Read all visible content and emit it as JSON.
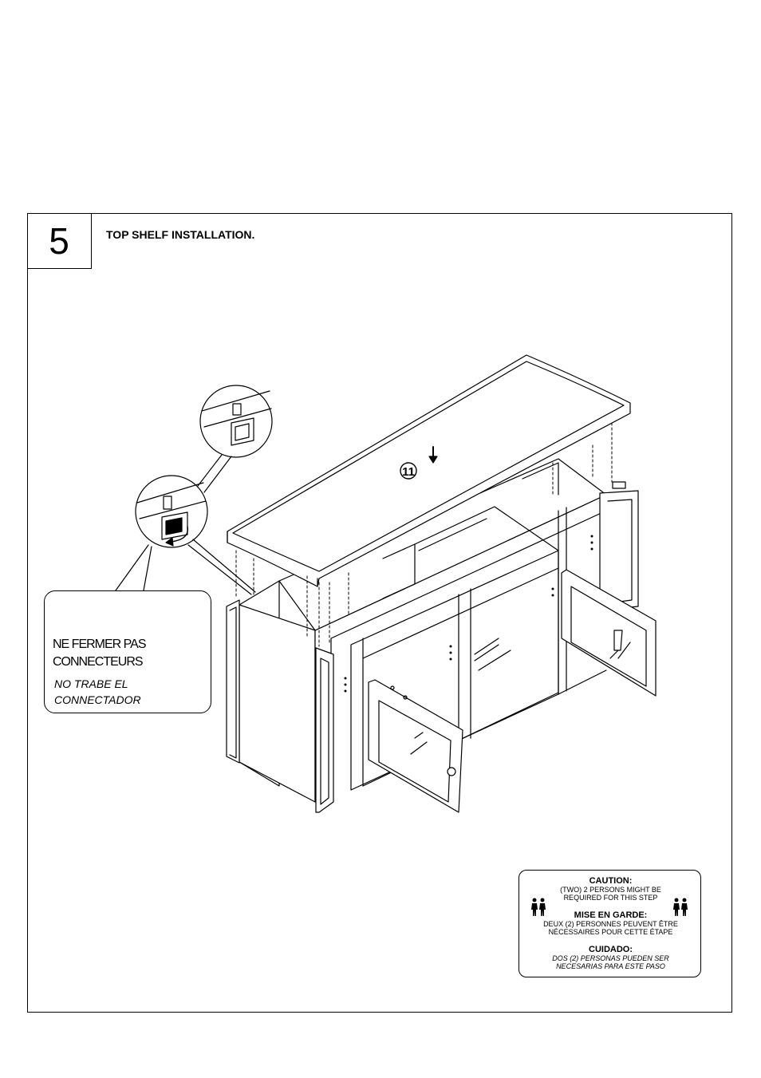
{
  "step": {
    "number": "5",
    "title": "TOP SHELF INSTALLATION."
  },
  "diagram": {
    "part_label": "11"
  },
  "callout": {
    "line_fr_1": "NE FERMER PAS",
    "line_fr_2": "CONNECTEURS",
    "line_es_1": "NO TRABE EL",
    "line_es_2": "CONNECTADOR"
  },
  "caution": {
    "en_heading": "CAUTION:",
    "en_line_1": "(TWO) 2 PERSONS MIGHT BE",
    "en_line_2": "REQUIRED FOR THIS STEP",
    "fr_heading": "MISE EN GARDE:",
    "fr_line_1": "DEUX (2) PERSONNES PEUVENT ÊTRE",
    "fr_line_2": "NÉCESSAIRES POUR CETTE ÉTAPE",
    "es_heading": "CUIDADO:",
    "es_line_1": "DOS (2) PERSONAS PUEDEN SER",
    "es_line_2": "NECESARIAS PARA ESTE PASO",
    "icon": "two-persons-icon"
  }
}
